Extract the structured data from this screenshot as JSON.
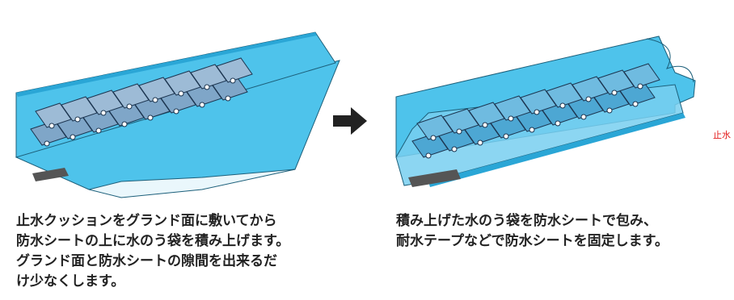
{
  "captions": {
    "left": "止水クッションをグランド面に敷いてから\n防水シートの上に水のう袋を積み上げます。\nグランド面と防水シートの隙間を出来るだ\nけ少なくします。",
    "right": "積み上げた水のう袋を防水シートで包み、\n耐水テープなどで防水シートを固定します。"
  },
  "cut_label": "止水",
  "colors": {
    "sheet": "#4ec3eb",
    "sheet_dark": "#2aa6d6",
    "bag": "#7fa6c8",
    "tape": "#555555",
    "arrow": "#222222",
    "accent_red": "#e21a1a"
  }
}
